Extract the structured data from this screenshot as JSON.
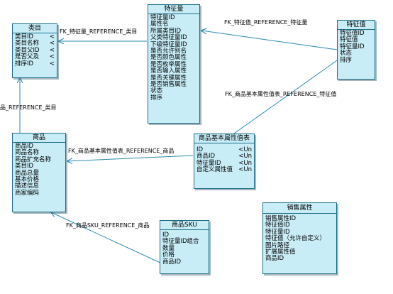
{
  "entities": {
    "category": {
      "title": "类目",
      "rows": [
        {
          "name": "类目ID",
          "suffix": "<"
        },
        {
          "name": "类目名称",
          "suffix": "<"
        },
        {
          "name": "类目父ID",
          "suffix": "<"
        },
        {
          "name": "是否父及",
          "suffix": "<"
        },
        {
          "name": "排序ID",
          "suffix": "<"
        }
      ]
    },
    "feature": {
      "title": "特征量",
      "rows": [
        {
          "name": "特征量ID",
          "suffix": ""
        },
        {
          "name": "属性名",
          "suffix": ""
        },
        {
          "name": "所属类目ID",
          "suffix": ""
        },
        {
          "name": "父类特征量ID",
          "suffix": ""
        },
        {
          "name": "下级特征量ID",
          "suffix": ""
        },
        {
          "name": "是否允许别名",
          "suffix": ""
        },
        {
          "name": "是否颜色属性",
          "suffix": ""
        },
        {
          "name": "是否枚举属性",
          "suffix": ""
        },
        {
          "name": "是否输入属性",
          "suffix": ""
        },
        {
          "name": "是否关键属性",
          "suffix": ""
        },
        {
          "name": "是否销售属性",
          "suffix": ""
        },
        {
          "name": "状态",
          "suffix": ""
        },
        {
          "name": "排序",
          "suffix": ""
        }
      ]
    },
    "feature_value": {
      "title": "特征值",
      "rows": [
        {
          "name": "特征值ID",
          "suffix": ""
        },
        {
          "name": "特征值",
          "suffix": ""
        },
        {
          "name": "特征量ID",
          "suffix": ""
        },
        {
          "name": "状态",
          "suffix": ""
        },
        {
          "name": "排序",
          "suffix": ""
        }
      ]
    },
    "product": {
      "title": "商品",
      "rows": [
        {
          "name": "商品ID",
          "suffix": ""
        },
        {
          "name": "商品名称",
          "suffix": ""
        },
        {
          "name": "商品扩充名称",
          "suffix": ""
        },
        {
          "name": "类目ID",
          "suffix": ""
        },
        {
          "name": "商品总量",
          "suffix": ""
        },
        {
          "name": "基本价格",
          "suffix": ""
        },
        {
          "name": "描述信息",
          "suffix": ""
        },
        {
          "name": "商家编码",
          "suffix": ""
        }
      ]
    },
    "product_attr": {
      "title": "商品基本属性值表",
      "rows": [
        {
          "name": "ID",
          "suffix": "<Un"
        },
        {
          "name": "商品ID",
          "suffix": "<Un"
        },
        {
          "name": "特征量ID",
          "suffix": "<Un"
        },
        {
          "name": "自定义属性值",
          "suffix": "<Un"
        }
      ]
    },
    "sku": {
      "title": "商品SKU",
      "rows": [
        {
          "name": "ID",
          "suffix": ""
        },
        {
          "name": "特征量ID组合",
          "suffix": ""
        },
        {
          "name": "数量",
          "suffix": ""
        },
        {
          "name": "价格",
          "suffix": ""
        },
        {
          "name": "商品ID",
          "suffix": ""
        }
      ]
    },
    "sales_attr": {
      "title": "销售属性",
      "rows": [
        {
          "name": "销售属性ID",
          "suffix": ""
        },
        {
          "name": "特征值ID",
          "suffix": ""
        },
        {
          "name": "特征量ID",
          "suffix": ""
        },
        {
          "name": "特征值（允许自定义）",
          "suffix": ""
        },
        {
          "name": "图片路径",
          "suffix": ""
        },
        {
          "name": "扩展属性值",
          "suffix": ""
        },
        {
          "name": "商品ID",
          "suffix": ""
        }
      ]
    }
  },
  "relations": {
    "feature_category": "FK_特征量_REFERENCE_类目",
    "feature_value_feature": "FK_特征值_REFERENCE_特征量",
    "product_category": "品_REFERENCE_类目",
    "attr_product": "FK_商品基本属性值表_REFERENCE_商品",
    "attr_feature_value": "FK_商品基本属性值表_REFERENCE_特征值",
    "sku_product": "FK_商品SKU_REFERENCE_商品"
  },
  "colors": {
    "entity_fill": "#c8edf7",
    "entity_border": "#1b6f88",
    "line": "#2a8ab0"
  }
}
